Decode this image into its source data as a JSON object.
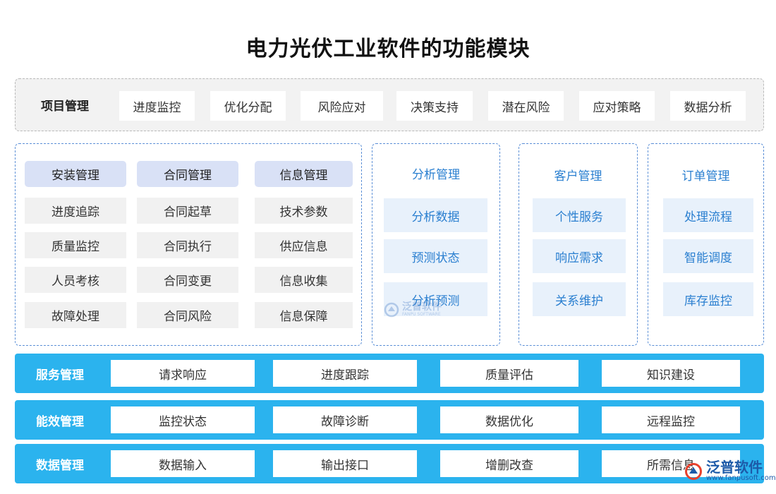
{
  "title": "电力光伏工业软件的功能模块",
  "project": {
    "label": "项目管理",
    "items": [
      "进度监控",
      "优化分配",
      "风险应对",
      "决策支持",
      "潜在风险",
      "应对策略",
      "数据分析"
    ]
  },
  "groups": [
    {
      "head": "安装管理",
      "items": [
        "进度追踪",
        "质量监控",
        "人员考核",
        "故障处理"
      ]
    },
    {
      "head": "合同管理",
      "items": [
        "合同起草",
        "合同执行",
        "合同变更",
        "合同风险"
      ]
    },
    {
      "head": "信息管理",
      "items": [
        "技术参数",
        "供应信息",
        "信息收集",
        "信息保障"
      ]
    }
  ],
  "panels": [
    {
      "title": "分析管理",
      "items": [
        "分析数据",
        "预测状态",
        "分析预测"
      ]
    },
    {
      "title": "客户管理",
      "items": [
        "个性服务",
        "响应需求",
        "关系维护"
      ]
    },
    {
      "title": "订单管理",
      "items": [
        "处理流程",
        "智能调度",
        "库存监控"
      ]
    }
  ],
  "bands": [
    {
      "label": "服务管理",
      "items": [
        "请求响应",
        "进度跟踪",
        "质量评估",
        "知识建设"
      ]
    },
    {
      "label": "能效管理",
      "items": [
        "监控状态",
        "故障诊断",
        "数据优化",
        "远程监控"
      ]
    },
    {
      "label": "数据管理",
      "items": [
        "数据输入",
        "输出接口",
        "增删改查",
        "所需信息"
      ]
    }
  ],
  "watermark": {
    "brand": "泛普软件",
    "sub_center": "FANPU SOFTWARE",
    "sub_corner": "www.fanpusoft.com"
  },
  "colors": {
    "band_blue": "#2bb3ee",
    "panel_border": "#5b8fd6",
    "head_cell": "#d9e1f6",
    "blue_cell_text": "#2a7fd0"
  }
}
